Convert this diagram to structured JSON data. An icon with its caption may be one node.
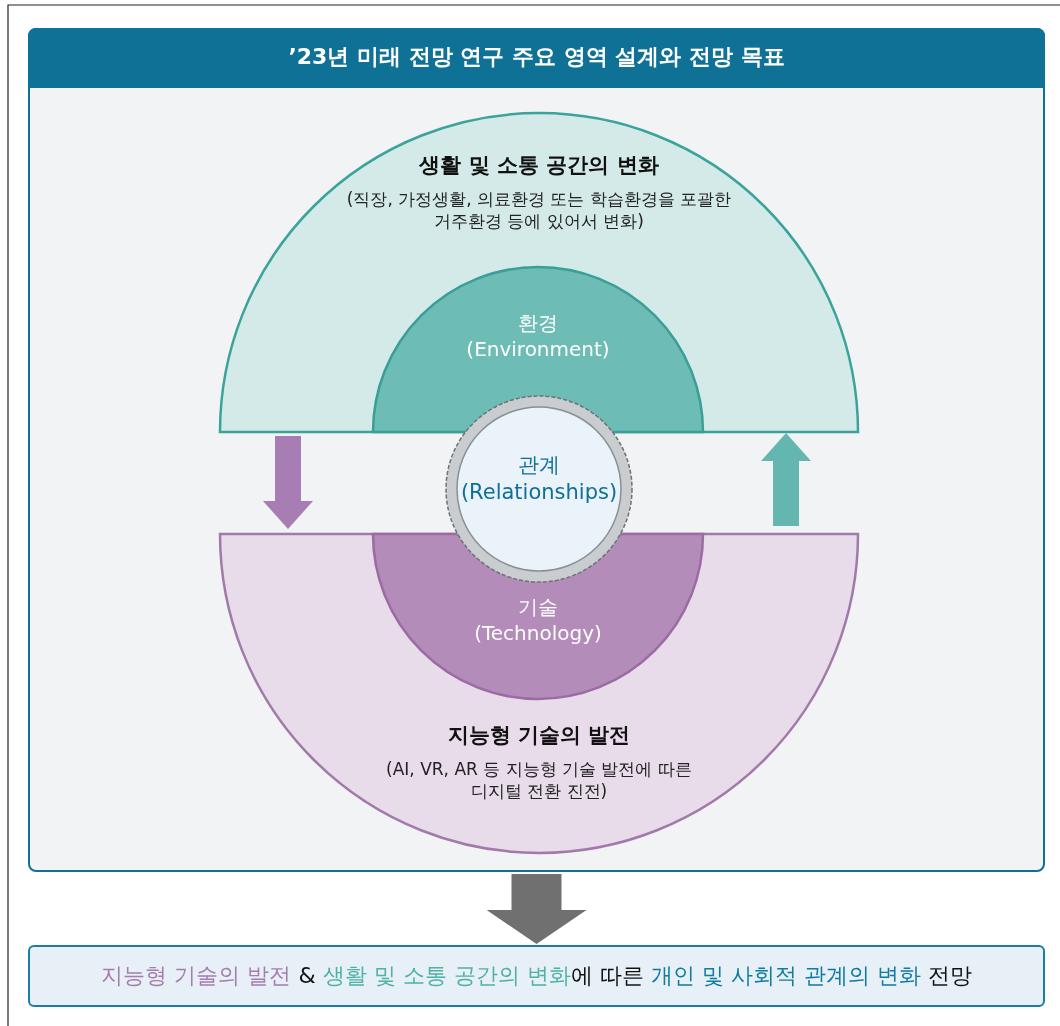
{
  "diagram": {
    "nodes": [
      {
        "text": [
          "’23년 미래 전망 연구 주요 영역 설계와 전망 목표"
        ]
      },
      {
        "text": [
          "생활 및 소통 공간의 변화",
          "(직장, 가정생활, 의료환경 또는 학습환경을 포괄한 거주환경 등에 있어서 변화)"
        ],
        "in": 0
      },
      {
        "text": [
          "환경 (Environment)"
        ],
        "in": 1
      },
      {
        "text": [
          "관계 (Relationships)"
        ],
        "in": 0
      },
      {
        "text": [
          "지능형 기술의 발전",
          "(AI, VR, AR 등 지능형 기술 발전에 따른 디지털 전환 진전)"
        ],
        "in": 0
      },
      {
        "text": [
          "기술 (Technology)"
        ],
        "in": 4
      },
      {
        "text": [
          "지능형 기술의 발전",
          "&",
          "생활 및 소통 공간의 변화",
          "에 따른",
          "개인 및 사회적 관계의 변화",
          "전망"
        ]
      }
    ],
    "edges": [
      {
        "from": 1,
        "to": 4,
        "arrow": "to",
        "color": "#a87db3"
      },
      {
        "from": 4,
        "to": 1,
        "arrow": "to",
        "color": "#64b7b0"
      },
      {
        "from": 0,
        "to": 6,
        "arrow": "to",
        "style": "thick",
        "color": "#707070"
      }
    ]
  }
}
